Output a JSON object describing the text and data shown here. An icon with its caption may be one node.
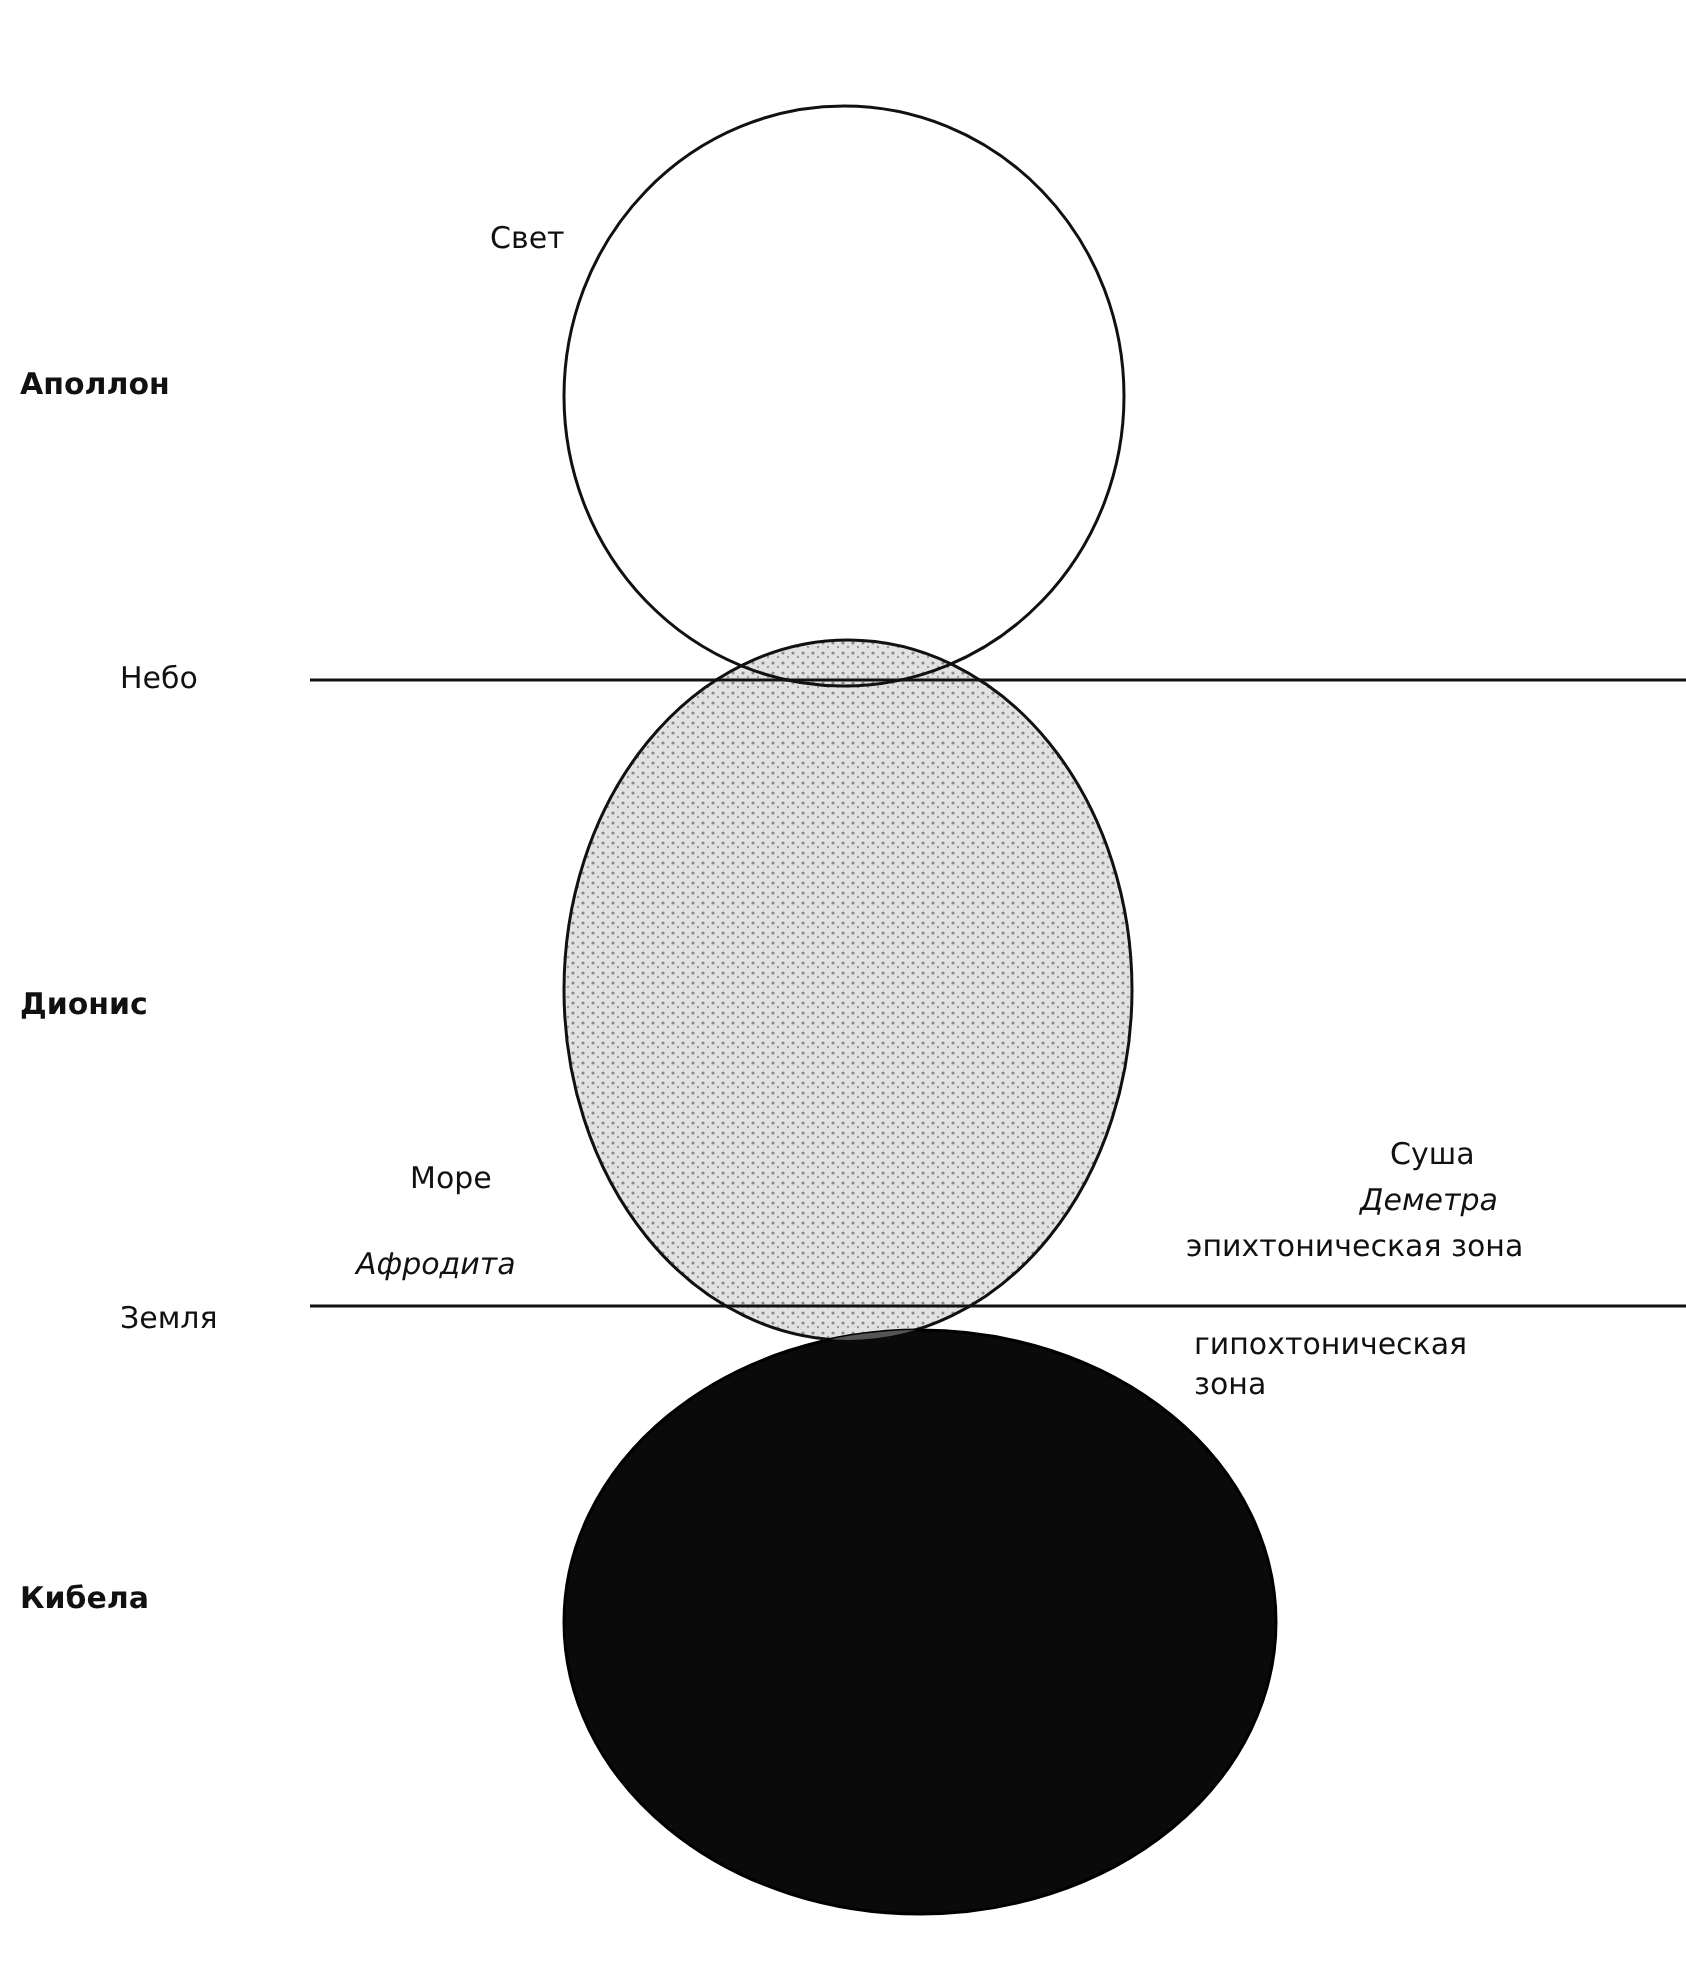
{
  "diagram": {
    "labels": [
      "Свет",
      "Аполлон",
      "Небо",
      "Дионис",
      "Море",
      "Суша",
      "Деметра",
      "Афродита",
      "эпихтоническая зона",
      "Земля",
      "гипохтоническая зона",
      "Кибела"
    ]
  }
}
